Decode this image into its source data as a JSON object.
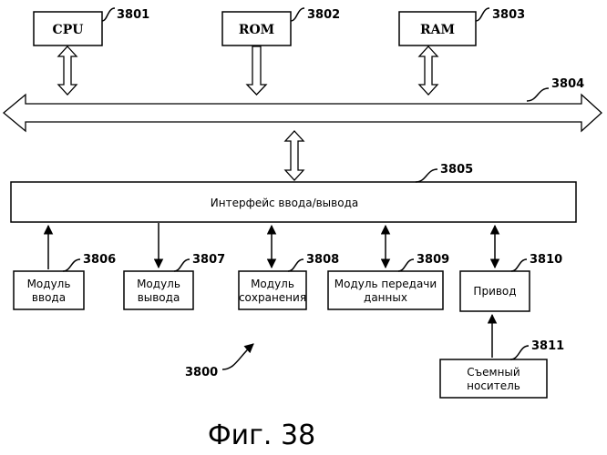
{
  "top_blocks": [
    {
      "label": "CPU",
      "ref": "3801"
    },
    {
      "label": "ROM",
      "ref": "3802"
    },
    {
      "label": "RAM",
      "ref": "3803"
    }
  ],
  "bus": {
    "ref": "3804"
  },
  "interface": {
    "label": "Интерфейс ввода/вывода",
    "ref": "3805"
  },
  "modules": [
    {
      "lines": [
        "Модуль",
        "ввода"
      ],
      "ref": "3806"
    },
    {
      "lines": [
        "Модуль",
        "вывода"
      ],
      "ref": "3807"
    },
    {
      "lines": [
        "Модуль",
        "сохранения"
      ],
      "ref": "3808"
    },
    {
      "lines": [
        "Модуль передачи",
        "данных"
      ],
      "ref": "3809"
    },
    {
      "lines": [
        "Привод"
      ],
      "ref": "3810"
    }
  ],
  "removable": {
    "lines": [
      "Съемный",
      "носитель"
    ],
    "ref": "3811"
  },
  "apparatus_ref": "3800",
  "caption": "Фиг. 38"
}
